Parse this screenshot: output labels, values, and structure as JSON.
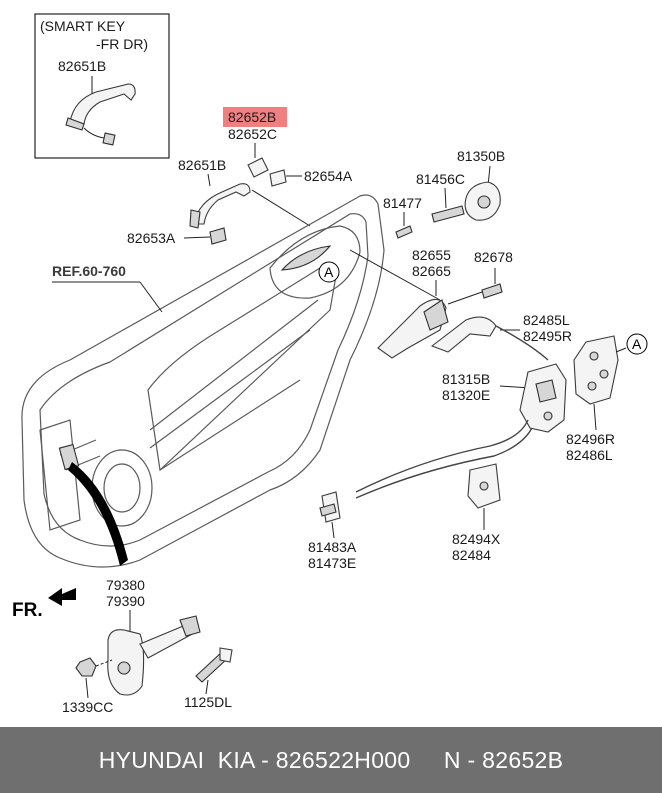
{
  "inset": {
    "title_line1": "(SMART KEY",
    "title_line2": "-FR DR)",
    "part": "82651B"
  },
  "highlight": {
    "line1": "82652B",
    "line2": "82652C",
    "color": "#f08080"
  },
  "labels": {
    "p82651B": "82651B",
    "p82654A": "82654A",
    "p82653A": "82653A",
    "p81350B": "81350B",
    "p81456C": "81456C",
    "p81477": "81477",
    "p82655": "82655",
    "p82665": "82665",
    "p82678": "82678",
    "p82485L": "82485L",
    "p82495R": "82495R",
    "p81315B": "81315B",
    "p81320E": "81320E",
    "p82496R": "82496R",
    "p82486L": "82486L",
    "p82494X": "82494X",
    "p82484": "82484",
    "p81483A": "81483A",
    "p81473E": "81473E",
    "p79380": "79380",
    "p79390": "79390",
    "p1339CC": "1339CC",
    "p1125DL": "1125DL",
    "ref": "REF.60-760",
    "fr": "FR.",
    "callout_a1": "A",
    "callout_a2": "A"
  },
  "footer": {
    "text": "HYUNDAI  KIA - 826522H000     N - 82652B",
    "background": "#6f6f6f"
  }
}
